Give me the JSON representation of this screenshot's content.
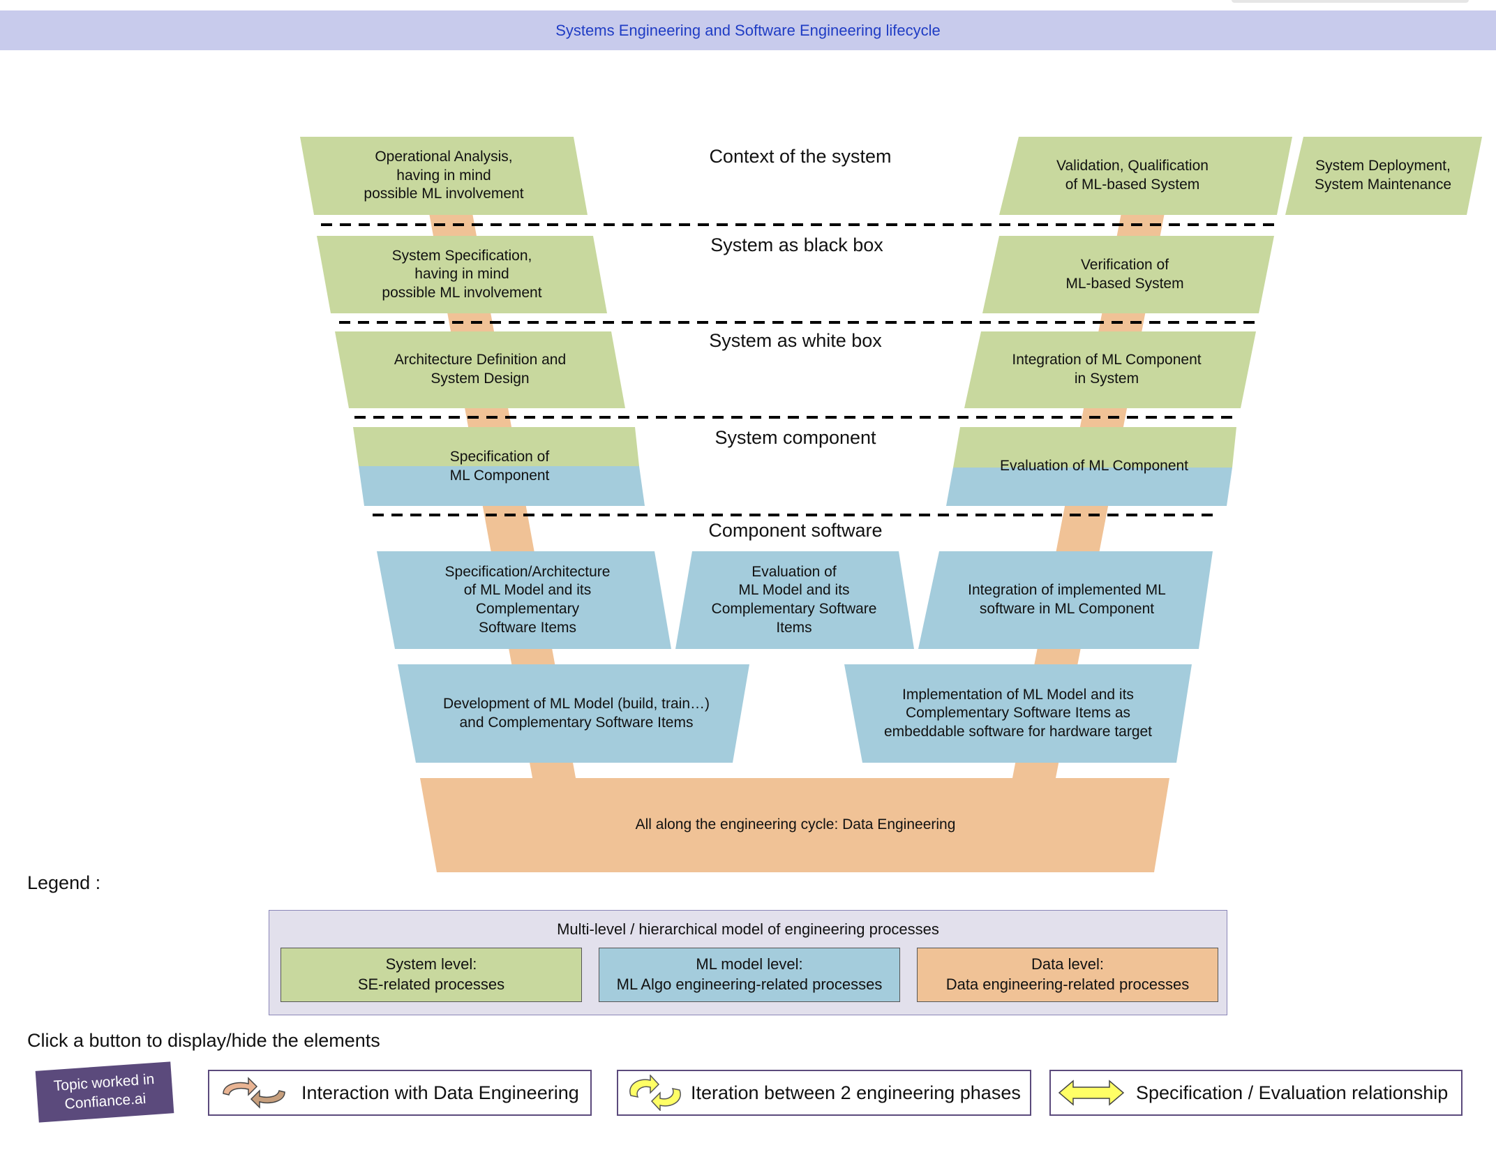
{
  "header": {
    "title": "Systems Engineering and Software Engineering lifecycle"
  },
  "colors": {
    "system_level": "#c8d89e",
    "ml_model_level": "#a4ccdc",
    "data_level": "#f0c296",
    "header_bar": "#c8cbec",
    "header_text": "#1f3cc4",
    "badge": "#5b4a7c"
  },
  "levels": [
    "Context of the system",
    "System as black box",
    "System as white box",
    "System component",
    "Component software"
  ],
  "left_branch": [
    "Operational Analysis,\nhaving in mind\npossible ML involvement",
    "System Specification,\nhaving in mind\npossible ML involvement",
    "Architecture Definition and\nSystem Design",
    "Specification of\nML Component",
    "Specification/Architecture\nof ML Model and its\nComplementary\nSoftware Items",
    "Development of ML Model (build, train…)\nand Complementary Software Items"
  ],
  "right_branch": [
    "Validation, Qualification\nof ML-based System",
    "Verification of\nML-based System",
    "Integration of ML Component\nin System",
    "Evaluation of ML Component",
    "Integration of implemented ML\nsoftware in ML Component",
    "Implementation of ML Model and its\nComplementary Software Items as\nembeddable software for hardware target"
  ],
  "extra_boxes": {
    "deployment": "System Deployment,\nSystem Maintenance",
    "model_evaluation": "Evaluation of\nML Model and its\nComplementary Software\nItems"
  },
  "data_engineering": "All along the engineering cycle: Data Engineering",
  "legend": {
    "heading": "Legend :",
    "title": "Multi-level / hierarchical model of engineering processes",
    "items": [
      {
        "label": "System level:\nSE-related processes",
        "color": "#c8d89e"
      },
      {
        "label": "ML model level:\nML Algo engineering-related processes",
        "color": "#a4ccdc"
      },
      {
        "label": "Data level:\nData engineering-related processes",
        "color": "#f0c296"
      }
    ]
  },
  "controls": {
    "hint": "Click a button to display/hide the elements",
    "topic_badge": "Topic worked in\nConfiance.ai",
    "buttons": [
      {
        "label": "Interaction with Data Engineering",
        "icon": "orange-cycle-arrows-icon"
      },
      {
        "label": "Iteration between 2 engineering phases",
        "icon": "yellow-cycle-arrows-icon"
      },
      {
        "label": "Specification / Evaluation relationship",
        "icon": "double-arrow-icon"
      }
    ]
  }
}
